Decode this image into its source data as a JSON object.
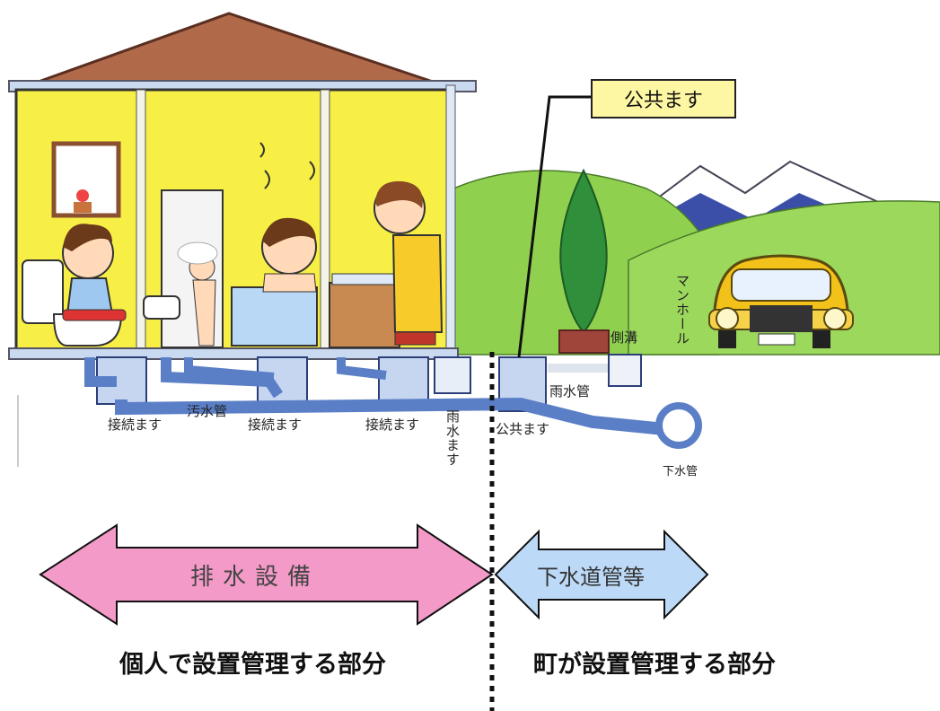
{
  "callout": {
    "label": "公共ます"
  },
  "pipes": {
    "connection_1": "接続ます",
    "connection_2": "接続ます",
    "connection_3": "接続ます",
    "sewage_pipe": "汚水管",
    "rain_box": "雨水ます",
    "public_box": "公共ます",
    "rain_pipe": "雨水管",
    "sewer_pipe": "下水管"
  },
  "outdoor": {
    "gutter": "側溝",
    "manhole": "マンホール"
  },
  "arrows": {
    "drainage": "排水設備",
    "sewer_line": "下水道管等"
  },
  "responsibility": {
    "private": "個人で設置管理する部分",
    "town": "町が設置管理する部分"
  },
  "colors": {
    "wall": "#f7ef45",
    "roof": "#b06a4a",
    "pipe": "#5b7fc6",
    "hill": "#8fd14f",
    "mountain": "#3b4fa8",
    "arrow_left": "#f49ac8",
    "arrow_right": "#bcd9f7",
    "car": "#f2c11a",
    "callout": "#fdf6a2"
  }
}
